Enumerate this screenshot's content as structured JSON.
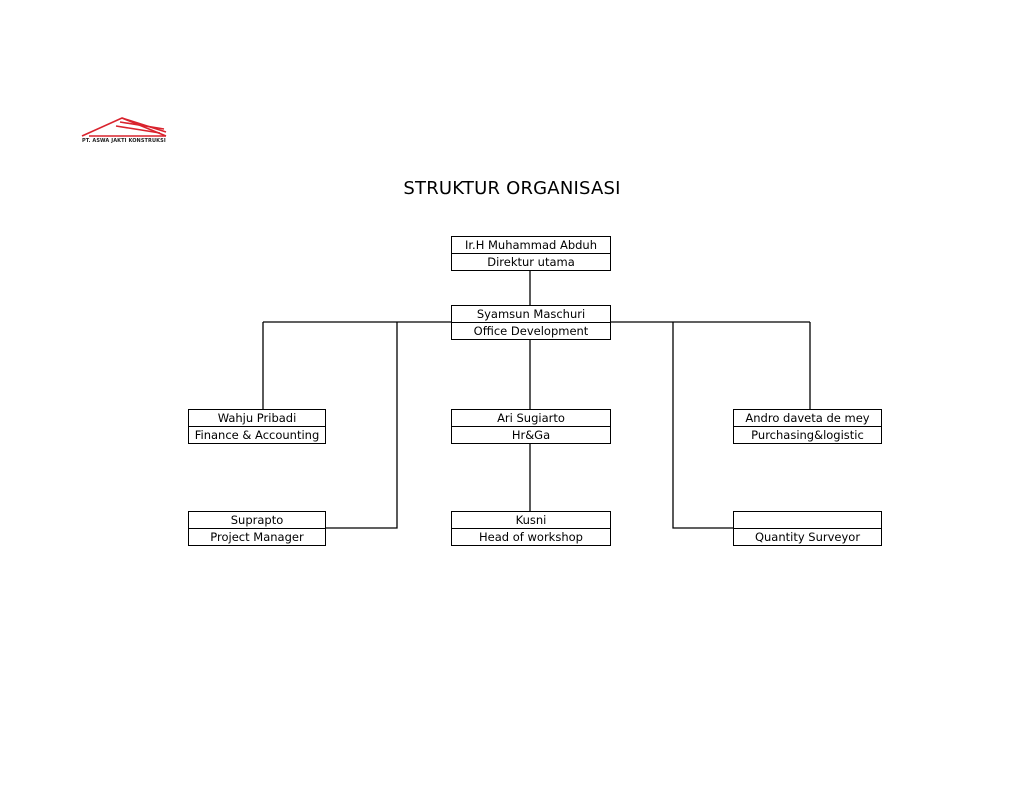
{
  "logo": {
    "company_name": "PT. ASWA JAKTI KONSTRUKSI",
    "color": "#d9232d"
  },
  "title": "STRUKTUR ORGANISASI",
  "nodes": {
    "director": {
      "name": "Ir.H Muhammad Abduh",
      "role": "Direktur utama"
    },
    "office": {
      "name": "Syamsun Maschuri",
      "role": "Office Development"
    },
    "finance": {
      "name": "Wahju Pribadi",
      "role": "Finance & Accounting"
    },
    "hrga": {
      "name": "Ari Sugiarto",
      "role": "Hr&Ga"
    },
    "purchasing": {
      "name": "Andro daveta de mey",
      "role": "Purchasing&logistic"
    },
    "project": {
      "name": "Suprapto",
      "role": "Project Manager"
    },
    "workshop": {
      "name": "Kusni",
      "role": "Head of workshop"
    },
    "quantity": {
      "name": "",
      "role": "Quantity Surveyor"
    }
  }
}
